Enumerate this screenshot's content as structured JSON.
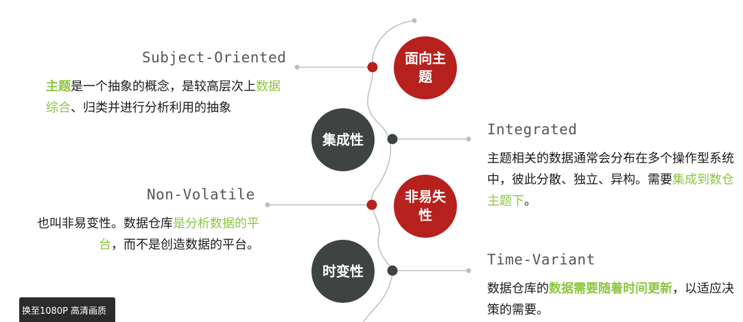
{
  "colors": {
    "red": "#b7211d",
    "dark": "#3d4441",
    "accent": "#8cc63f",
    "line": "#bdbdbd"
  },
  "items": [
    {
      "key": "subject",
      "circle_label": "面向主题",
      "circle_color": "#b7211d",
      "title": "Subject-Oriented",
      "desc_parts": [
        {
          "text": "主题",
          "style": "hlb"
        },
        {
          "text": "是一个抽象的概念，是较高层次上",
          "style": ""
        },
        {
          "text": "数据综合",
          "style": "hl"
        },
        {
          "text": "、归类并进行分析利用的抽象",
          "style": ""
        }
      ]
    },
    {
      "key": "integrated",
      "circle_label": "集成性",
      "circle_color": "#3d4441",
      "title": "Integrated",
      "desc_parts": [
        {
          "text": "主题相关的数据通常会分布在多个操作型系统中，彼此分散、独立、异构。需要",
          "style": ""
        },
        {
          "text": "集成到数仓主题下",
          "style": "hl"
        },
        {
          "text": "。",
          "style": ""
        }
      ]
    },
    {
      "key": "nonvolatile",
      "circle_label": "非易失性",
      "circle_color": "#b7211d",
      "title": "Non-Volatile",
      "desc_parts": [
        {
          "text": "也叫非易变性。数据仓库",
          "style": ""
        },
        {
          "text": "是分析数据的平台",
          "style": "hl"
        },
        {
          "text": "，而不是创造数据的平台。",
          "style": ""
        }
      ]
    },
    {
      "key": "timevariant",
      "circle_label": "时变性",
      "circle_color": "#3d4441",
      "title": "Time-Variant",
      "desc_parts": [
        {
          "text": "数据仓库的",
          "style": ""
        },
        {
          "text": "数据需要随着时间更新",
          "style": "hlb"
        },
        {
          "text": "，以适应决策的需要。",
          "style": ""
        }
      ]
    }
  ],
  "overlay_text": "换至1080P 高清画质"
}
